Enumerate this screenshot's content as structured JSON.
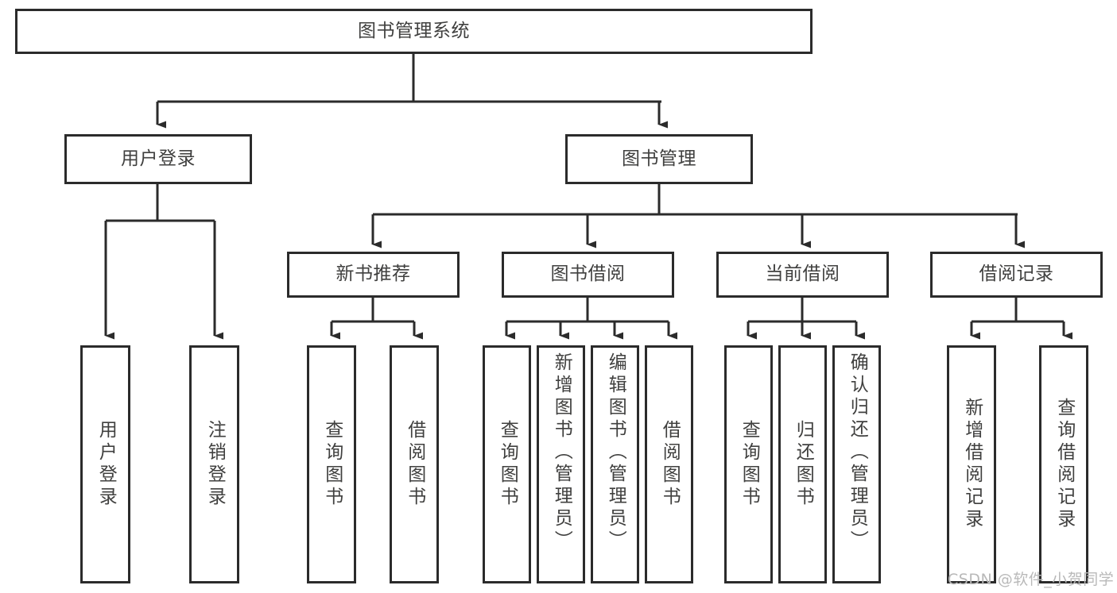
{
  "diagram": {
    "title": "图书管理系统",
    "type": "tree",
    "watermark": "CSDN @软件_小贺同学",
    "colors": {
      "box_border": "#2b2b2b",
      "box_fill": "#ffffff",
      "text": "#40403f",
      "connector": "#2b2b2b",
      "watermark": "#b9b9b9",
      "background": "#ffffff"
    },
    "nodes": {
      "root": {
        "label": "图书管理系统"
      },
      "level2": [
        {
          "label": "用户登录"
        },
        {
          "label": "图书管理"
        }
      ],
      "level3": [
        {
          "label": "新书推荐"
        },
        {
          "label": "图书借阅"
        },
        {
          "label": "当前借阅"
        },
        {
          "label": "借阅记录"
        }
      ],
      "leaves": {
        "user_login": [
          {
            "label": "用户登录"
          },
          {
            "label": "注销登录"
          }
        ],
        "new_book_recommend": [
          {
            "label": "查询图书"
          },
          {
            "label": "借阅图书"
          }
        ],
        "book_borrow": [
          {
            "label": "查询图书"
          },
          {
            "label": "新增图书（管理员）"
          },
          {
            "label": "编辑图书（管理员）"
          },
          {
            "label": "借阅图书"
          }
        ],
        "current_borrow": [
          {
            "label": "查询图书"
          },
          {
            "label": "归还图书"
          },
          {
            "label": "确认归还（管理员）"
          }
        ],
        "borrow_record": [
          {
            "label": "新增借阅记录"
          },
          {
            "label": "查询借阅记录"
          }
        ]
      }
    },
    "edges": [
      {
        "from": "图书管理系统",
        "to": "用户登录"
      },
      {
        "from": "图书管理系统",
        "to": "图书管理"
      },
      {
        "from": "用户登录",
        "to": "用户登录"
      },
      {
        "from": "用户登录",
        "to": "注销登录"
      },
      {
        "from": "图书管理",
        "to": "新书推荐"
      },
      {
        "from": "图书管理",
        "to": "图书借阅"
      },
      {
        "from": "图书管理",
        "to": "当前借阅"
      },
      {
        "from": "图书管理",
        "to": "借阅记录"
      },
      {
        "from": "新书推荐",
        "to": "查询图书"
      },
      {
        "from": "新书推荐",
        "to": "借阅图书"
      },
      {
        "from": "图书借阅",
        "to": "查询图书"
      },
      {
        "from": "图书借阅",
        "to": "新增图书（管理员）"
      },
      {
        "from": "图书借阅",
        "to": "编辑图书（管理员）"
      },
      {
        "from": "图书借阅",
        "to": "借阅图书"
      },
      {
        "from": "当前借阅",
        "to": "查询图书"
      },
      {
        "from": "当前借阅",
        "to": "归还图书"
      },
      {
        "from": "当前借阅",
        "to": "确认归还（管理员）"
      },
      {
        "from": "借阅记录",
        "to": "新增借阅记录"
      },
      {
        "from": "借阅记录",
        "to": "查询借阅记录"
      }
    ]
  }
}
